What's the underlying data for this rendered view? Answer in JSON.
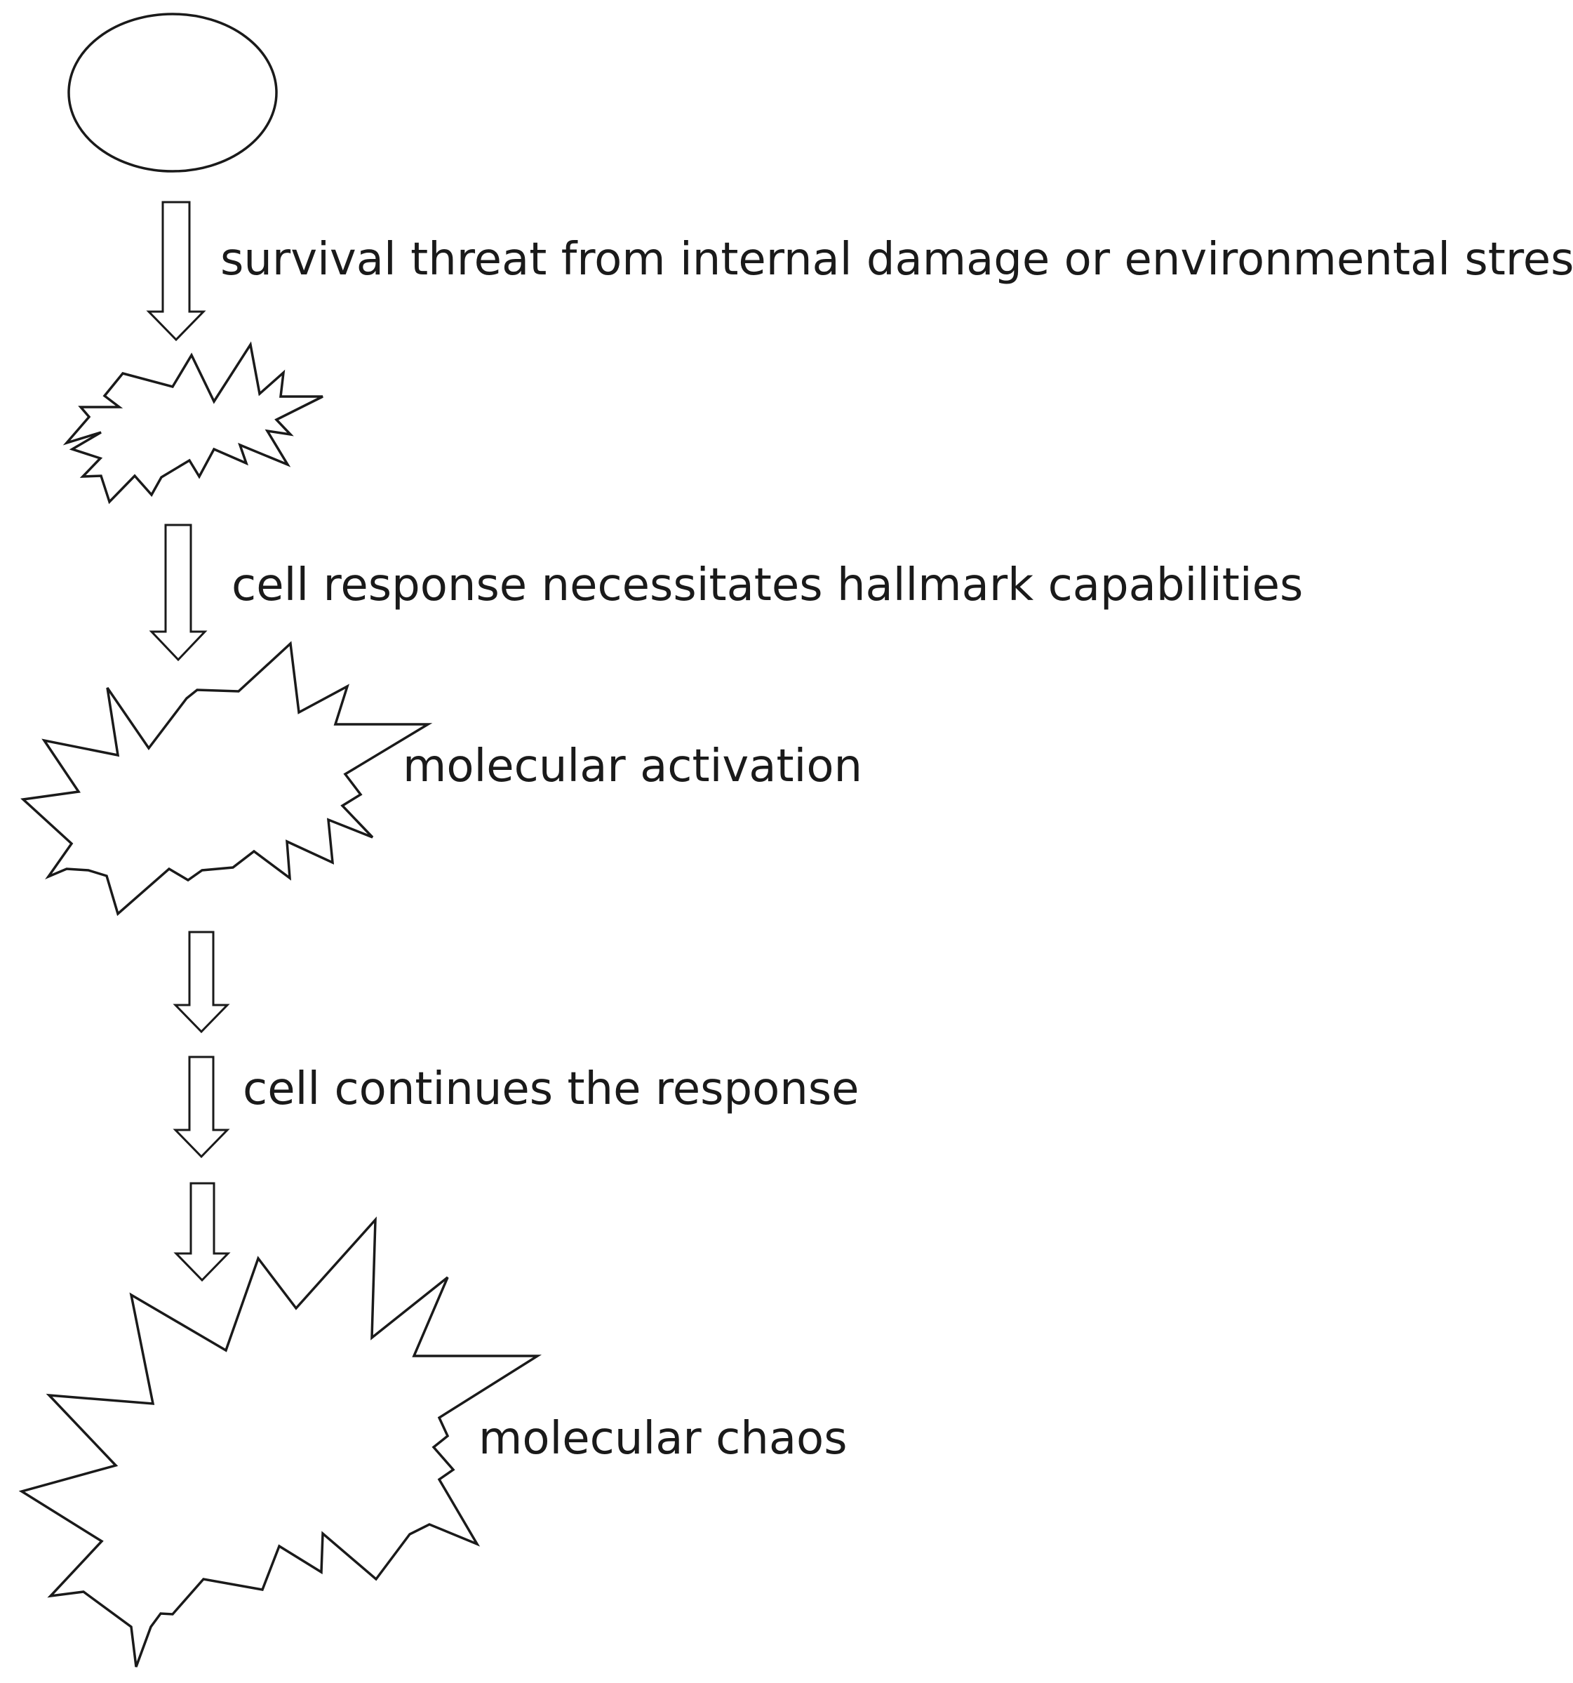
{
  "diagram": {
    "steps": [
      {
        "id": "step-1",
        "shape": "ellipse",
        "label": "survival threat from internal damage or environmental stress"
      },
      {
        "id": "step-2",
        "shape": "small-starburst",
        "label": "cell response necessitates hallmark capabilities"
      },
      {
        "id": "step-3",
        "shape": "medium-starburst",
        "label": "molecular activation"
      },
      {
        "id": "step-4",
        "shape": "arrows",
        "label": "cell continues the response"
      },
      {
        "id": "step-5",
        "shape": "large-starburst",
        "label": "molecular chaos"
      }
    ],
    "colors": {
      "stroke": "#1a1a1a",
      "fill": "#ffffff",
      "background": "#ffffff"
    }
  }
}
